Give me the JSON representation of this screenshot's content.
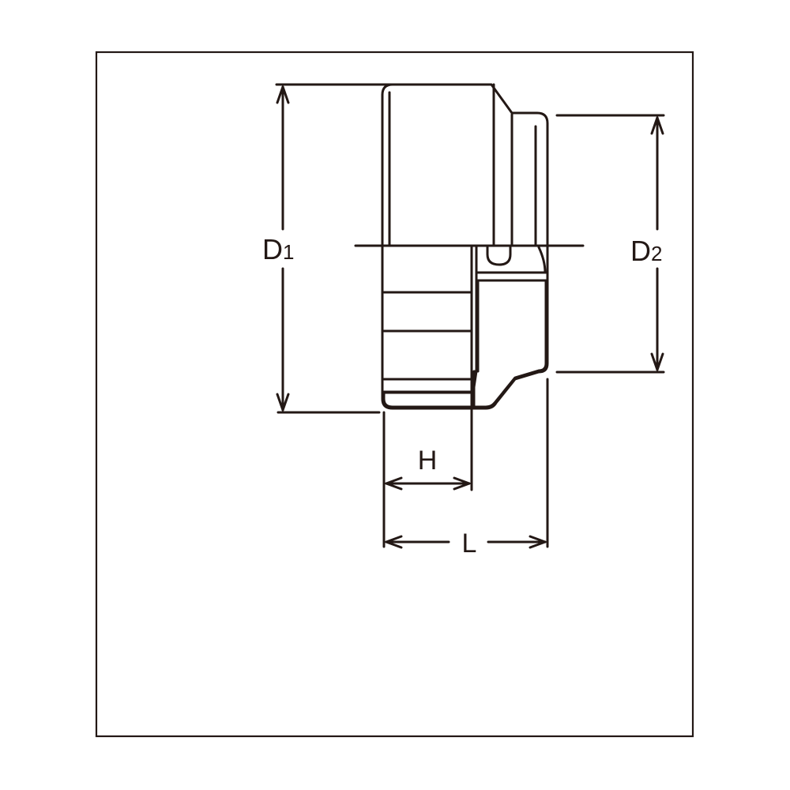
{
  "diagram": {
    "subject": "socket",
    "labels": {
      "d1": "D",
      "d1_sub": "1",
      "d2": "D",
      "d2_sub": "2",
      "h": "H",
      "l": "L"
    },
    "line_color": "#231815"
  }
}
